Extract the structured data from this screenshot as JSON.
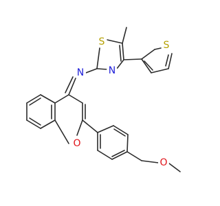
{
  "colors": {
    "background": "#ffffff",
    "bond": "#2b2b2b",
    "N": "#2020d8",
    "O": "#e0141a",
    "S": "#b5a000"
  },
  "atoms": {
    "n_imine": "N",
    "n_thiazole": "N",
    "s_thiazole": "S",
    "s_thiophene": "S",
    "o_chromene": "O",
    "o_methoxy": "O"
  }
}
